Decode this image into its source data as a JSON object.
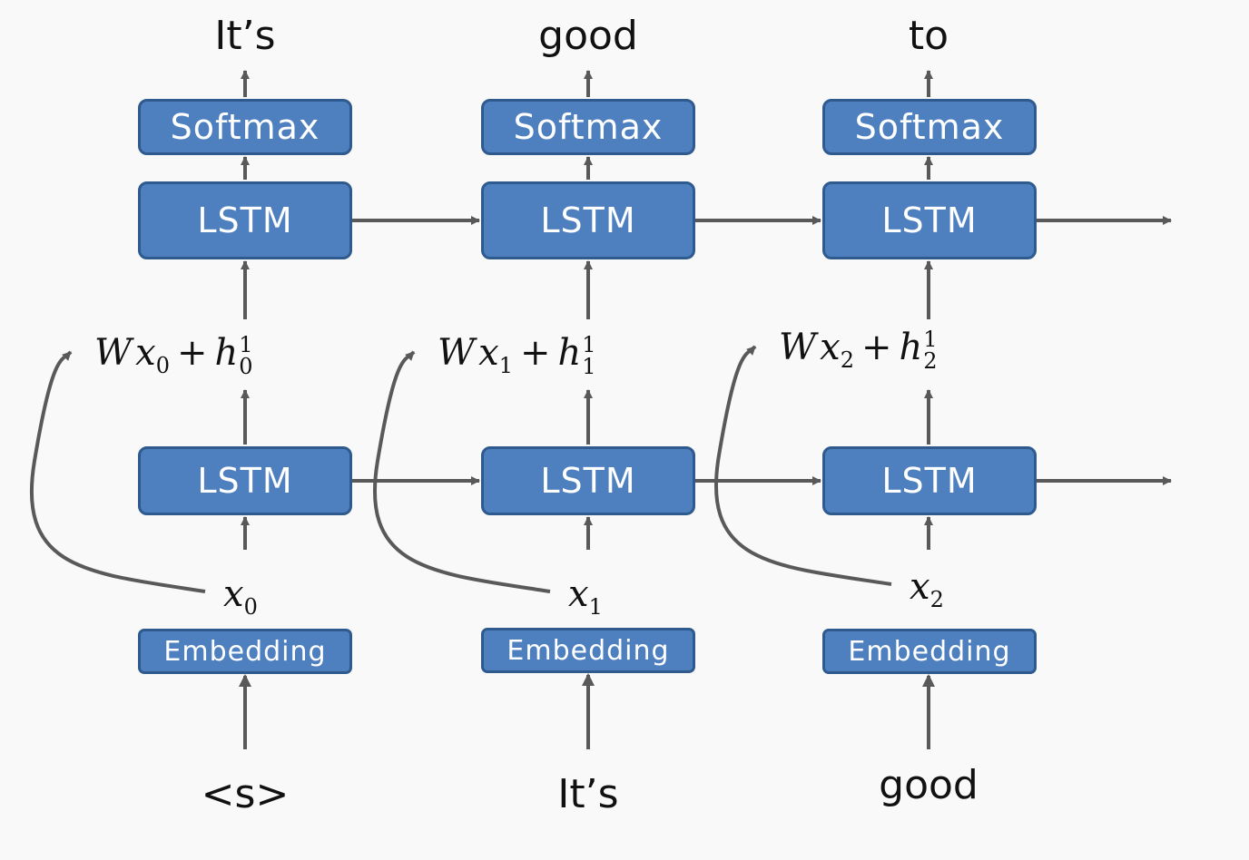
{
  "colors": {
    "box_fill": "#4e7fbf",
    "box_border": "#2f5a8e",
    "arrow": "#595959",
    "background": "#f9f9f9"
  },
  "columns": [
    {
      "input_word": "<s>",
      "embedding_label": "Embedding",
      "embedding_var": "x",
      "embedding_index": "0",
      "lower_lstm_label": "LSTM",
      "sum_expr": {
        "w": "W",
        "x": "x",
        "x_index": "0",
        "plus": "+",
        "h": "h",
        "h_sub": "0",
        "h_sup": "1"
      },
      "upper_lstm_label": "LSTM",
      "softmax_label": "Softmax",
      "output_word": "It’s"
    },
    {
      "input_word": "It’s",
      "embedding_label": "Embedding",
      "embedding_var": "x",
      "embedding_index": "1",
      "lower_lstm_label": "LSTM",
      "sum_expr": {
        "w": "W",
        "x": "x",
        "x_index": "1",
        "plus": "+",
        "h": "h",
        "h_sub": "1",
        "h_sup": "1"
      },
      "upper_lstm_label": "LSTM",
      "softmax_label": "Softmax",
      "output_word": "good"
    },
    {
      "input_word": "good",
      "embedding_label": "Embedding",
      "embedding_var": "x",
      "embedding_index": "2",
      "lower_lstm_label": "LSTM",
      "sum_expr": {
        "w": "W",
        "x": "x",
        "x_index": "2",
        "plus": "+",
        "h": "h",
        "h_sub": "2",
        "h_sup": "1"
      },
      "upper_lstm_label": "LSTM",
      "softmax_label": "Softmax",
      "output_word": "to"
    }
  ]
}
